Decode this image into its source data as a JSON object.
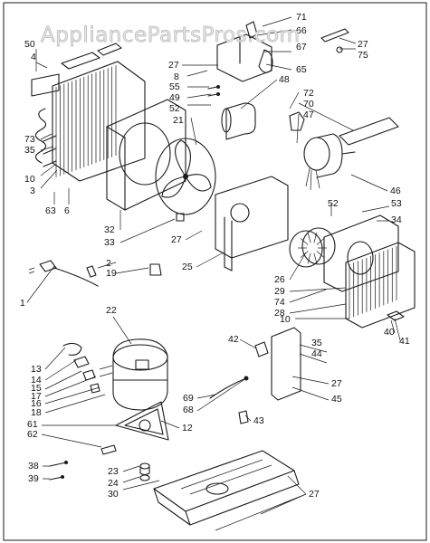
{
  "watermark": "AppliancePartsPros.com",
  "callouts": [
    {
      "id": "c71",
      "text": "71"
    },
    {
      "id": "c66",
      "text": "66"
    },
    {
      "id": "c27a",
      "text": "27"
    },
    {
      "id": "c75",
      "text": "75"
    },
    {
      "id": "c67",
      "text": "67"
    },
    {
      "id": "c65",
      "text": "65"
    },
    {
      "id": "c50",
      "text": "50"
    },
    {
      "id": "c4",
      "text": "4"
    },
    {
      "id": "c27b",
      "text": "27"
    },
    {
      "id": "c8",
      "text": "8"
    },
    {
      "id": "c55",
      "text": "55"
    },
    {
      "id": "c49",
      "text": "49"
    },
    {
      "id": "c52a",
      "text": "52"
    },
    {
      "id": "c21",
      "text": "21"
    },
    {
      "id": "c48",
      "text": "48"
    },
    {
      "id": "c72",
      "text": "72"
    },
    {
      "id": "c70",
      "text": "70"
    },
    {
      "id": "c47",
      "text": "47"
    },
    {
      "id": "c73",
      "text": "73"
    },
    {
      "id": "c35a",
      "text": "35"
    },
    {
      "id": "c10a",
      "text": "10"
    },
    {
      "id": "c3",
      "text": "3"
    },
    {
      "id": "c63",
      "text": "63"
    },
    {
      "id": "c6",
      "text": "6"
    },
    {
      "id": "c46",
      "text": "46"
    },
    {
      "id": "c52b",
      "text": "52"
    },
    {
      "id": "c53",
      "text": "53"
    },
    {
      "id": "c34",
      "text": "34"
    },
    {
      "id": "c32",
      "text": "32"
    },
    {
      "id": "c33",
      "text": "33"
    },
    {
      "id": "c27c",
      "text": "27"
    },
    {
      "id": "c25",
      "text": "25"
    },
    {
      "id": "c2",
      "text": "2"
    },
    {
      "id": "c19",
      "text": "19"
    },
    {
      "id": "c1",
      "text": "1"
    },
    {
      "id": "c26",
      "text": "26"
    },
    {
      "id": "c29",
      "text": "29"
    },
    {
      "id": "c74",
      "text": "74"
    },
    {
      "id": "c28",
      "text": "28"
    },
    {
      "id": "c10b",
      "text": "10"
    },
    {
      "id": "c22",
      "text": "22"
    },
    {
      "id": "c40",
      "text": "40"
    },
    {
      "id": "c41",
      "text": "41"
    },
    {
      "id": "c42",
      "text": "42"
    },
    {
      "id": "c35b",
      "text": "35"
    },
    {
      "id": "c44",
      "text": "44"
    },
    {
      "id": "c13",
      "text": "13"
    },
    {
      "id": "c14",
      "text": "14"
    },
    {
      "id": "c15",
      "text": "15"
    },
    {
      "id": "c17",
      "text": "17"
    },
    {
      "id": "c16",
      "text": "16"
    },
    {
      "id": "c18",
      "text": "18"
    },
    {
      "id": "c27d",
      "text": "27"
    },
    {
      "id": "c45",
      "text": "45"
    },
    {
      "id": "c69",
      "text": "69"
    },
    {
      "id": "c68",
      "text": "68"
    },
    {
      "id": "c61",
      "text": "61"
    },
    {
      "id": "c62",
      "text": "62"
    },
    {
      "id": "c12",
      "text": "12"
    },
    {
      "id": "c43",
      "text": "43"
    },
    {
      "id": "c38",
      "text": "38"
    },
    {
      "id": "c39",
      "text": "39"
    },
    {
      "id": "c23",
      "text": "23"
    },
    {
      "id": "c24",
      "text": "24"
    },
    {
      "id": "c30",
      "text": "30"
    },
    {
      "id": "c27e",
      "text": "27"
    }
  ]
}
